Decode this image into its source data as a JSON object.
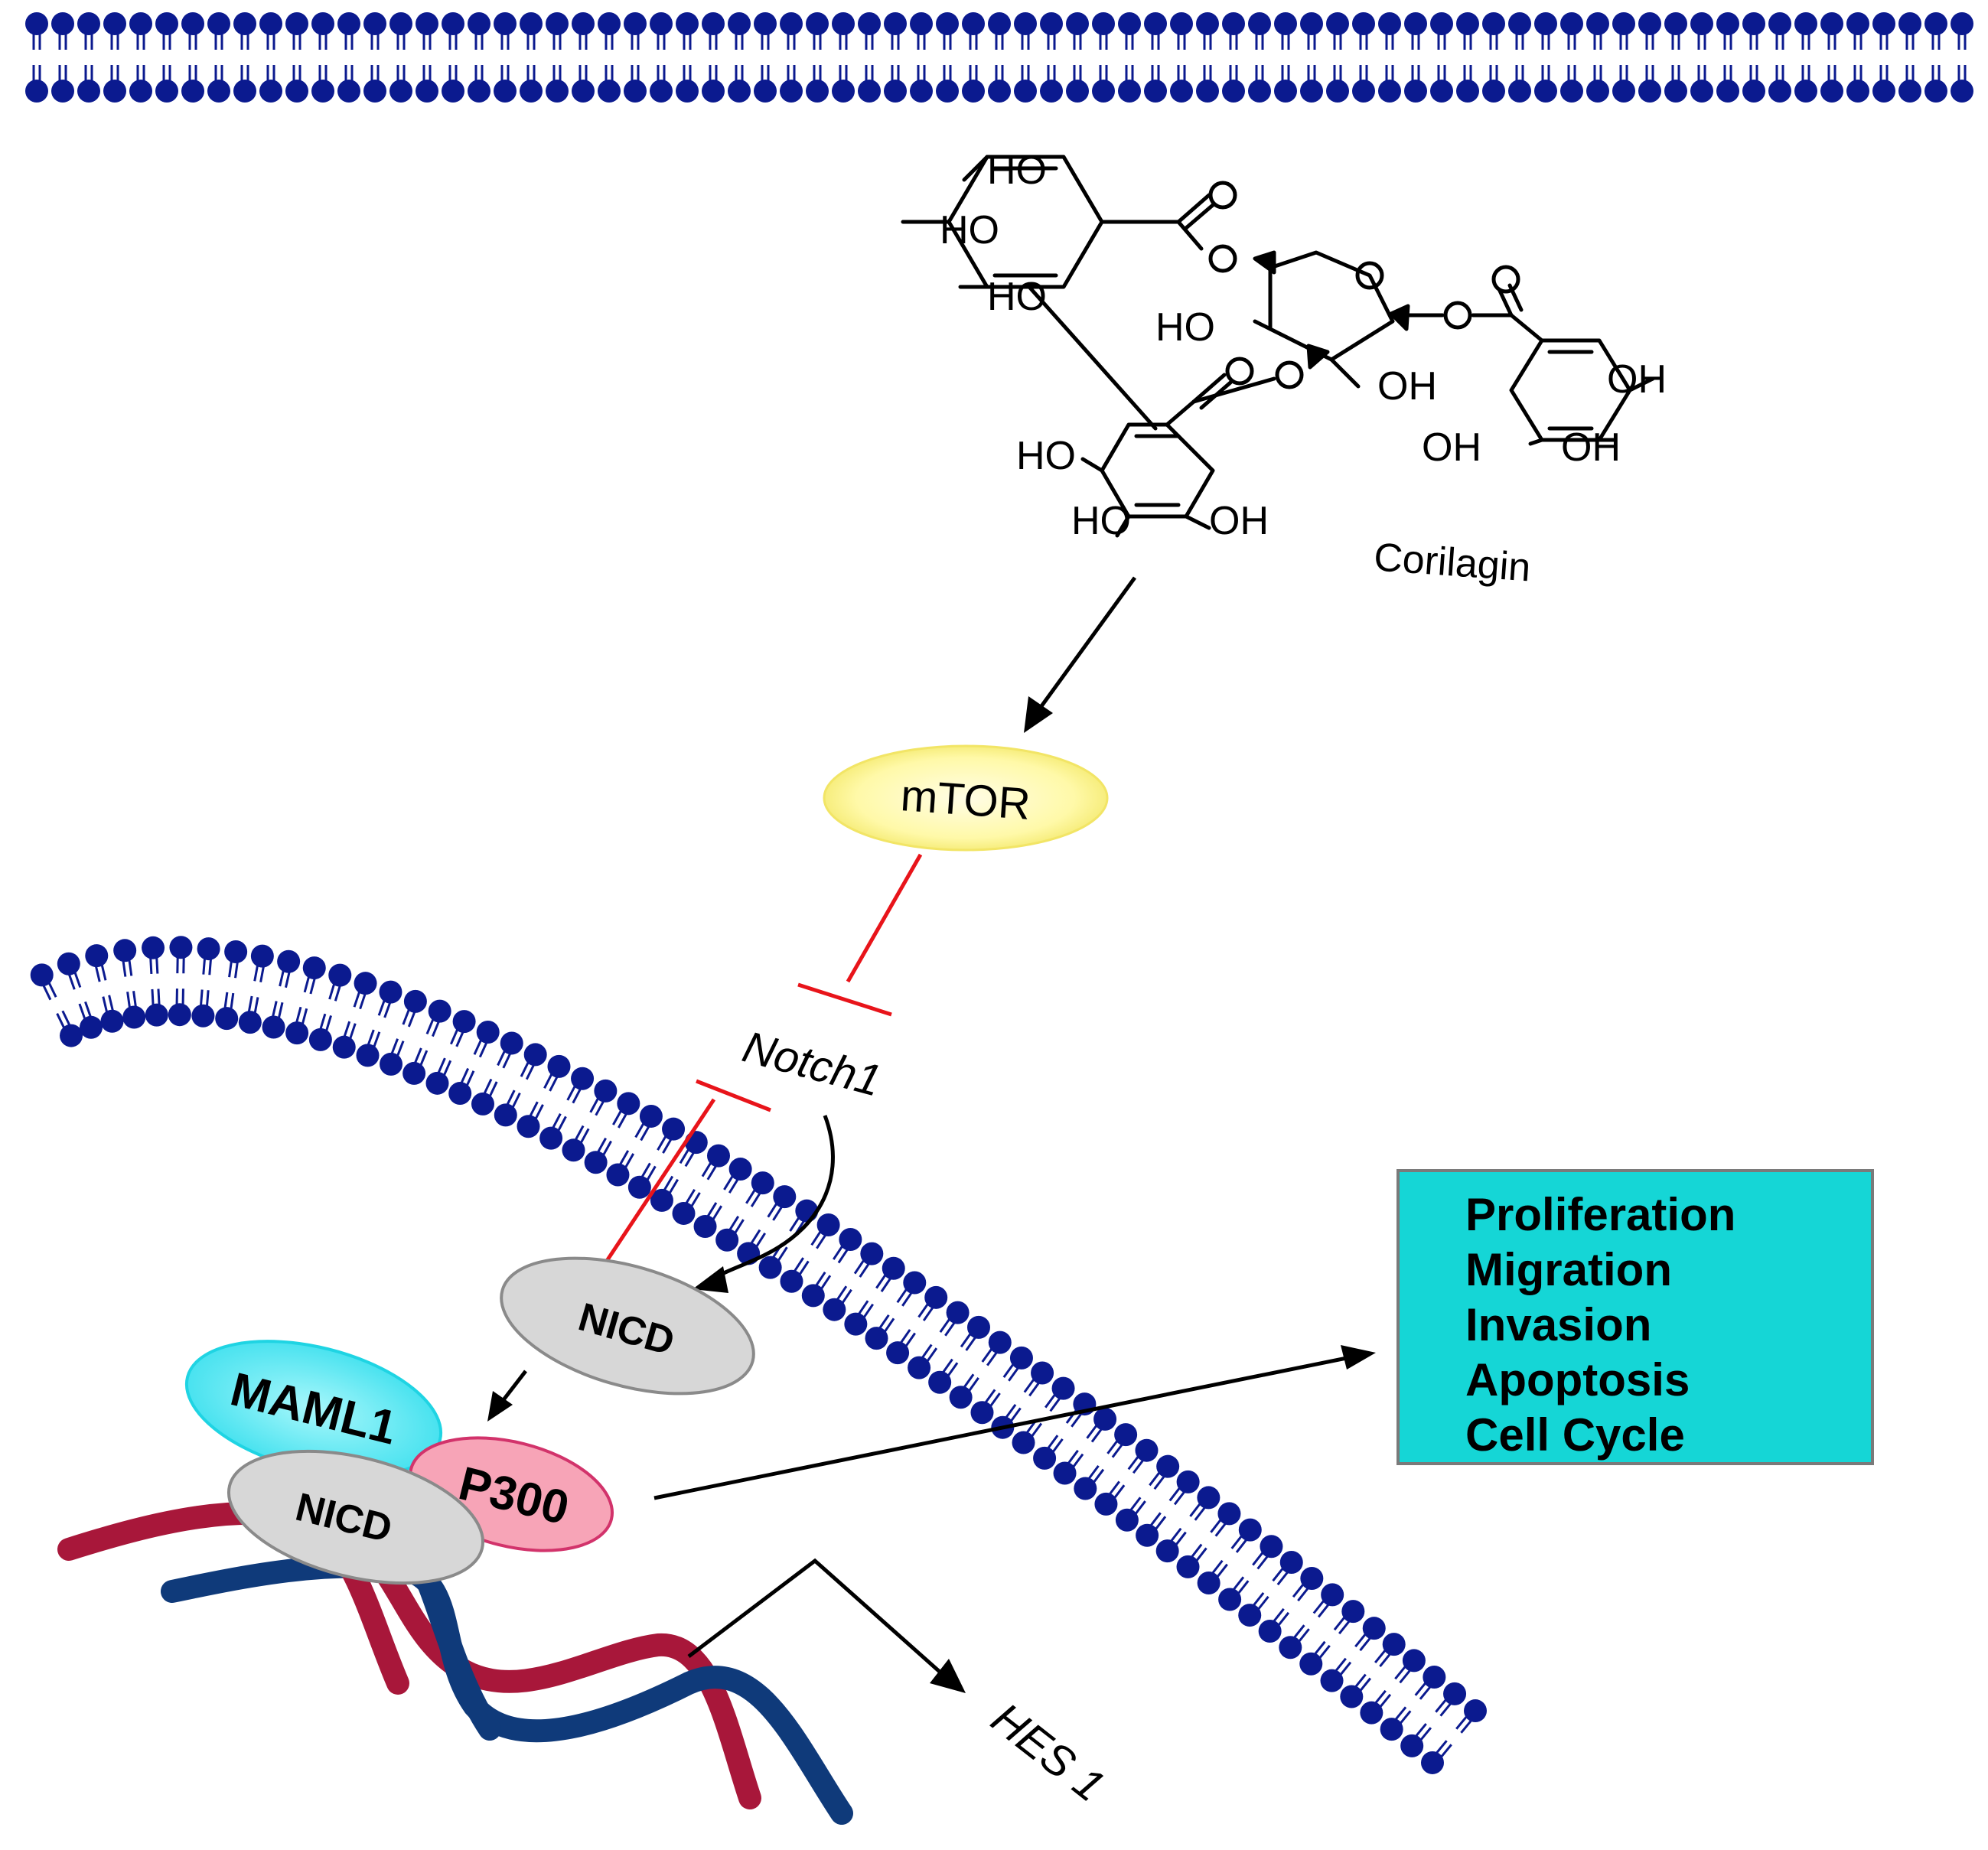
{
  "compound": {
    "name": "Corilagin",
    "groups": {
      "ho_a": "HO",
      "ho_b": "HO",
      "ho_c": "HO",
      "ho_d": "HO",
      "ho_e": "HO",
      "oh_f": "OH",
      "ho_g": "HO",
      "oh_h": "OH",
      "oh_i": "OH",
      "oh_j": "OH",
      "oh_k": "OH"
    }
  },
  "nodes": {
    "mtor": "mTOR",
    "notch1": "Notch1",
    "nicd_free": "NICD",
    "maml1": "MAML1",
    "nicd_bound": "NICD",
    "p300": "P300",
    "hes1": "HES 1"
  },
  "outcomes": [
    "Proliferation",
    "Migration",
    "Invasion",
    "Apoptosis",
    "Cell Cycle"
  ],
  "colors": {
    "membrane": "#0b1a8f",
    "inhibit": "#e8141a",
    "mtor_fill": "#fffbb0",
    "maml1_fill": "#66ecf5",
    "p300_fill": "#f7a4b7",
    "nicd_fill": "#d7d7d7",
    "outcome_fill": "#15d6d6",
    "dna_red": "#a8173a",
    "dna_blue": "#0f3a7a"
  },
  "icons": [
    "lipid-bilayer-icon",
    "inhibition-bar-icon",
    "arrow-icon",
    "dna-helix-icon",
    "molecule-structure-icon"
  ]
}
